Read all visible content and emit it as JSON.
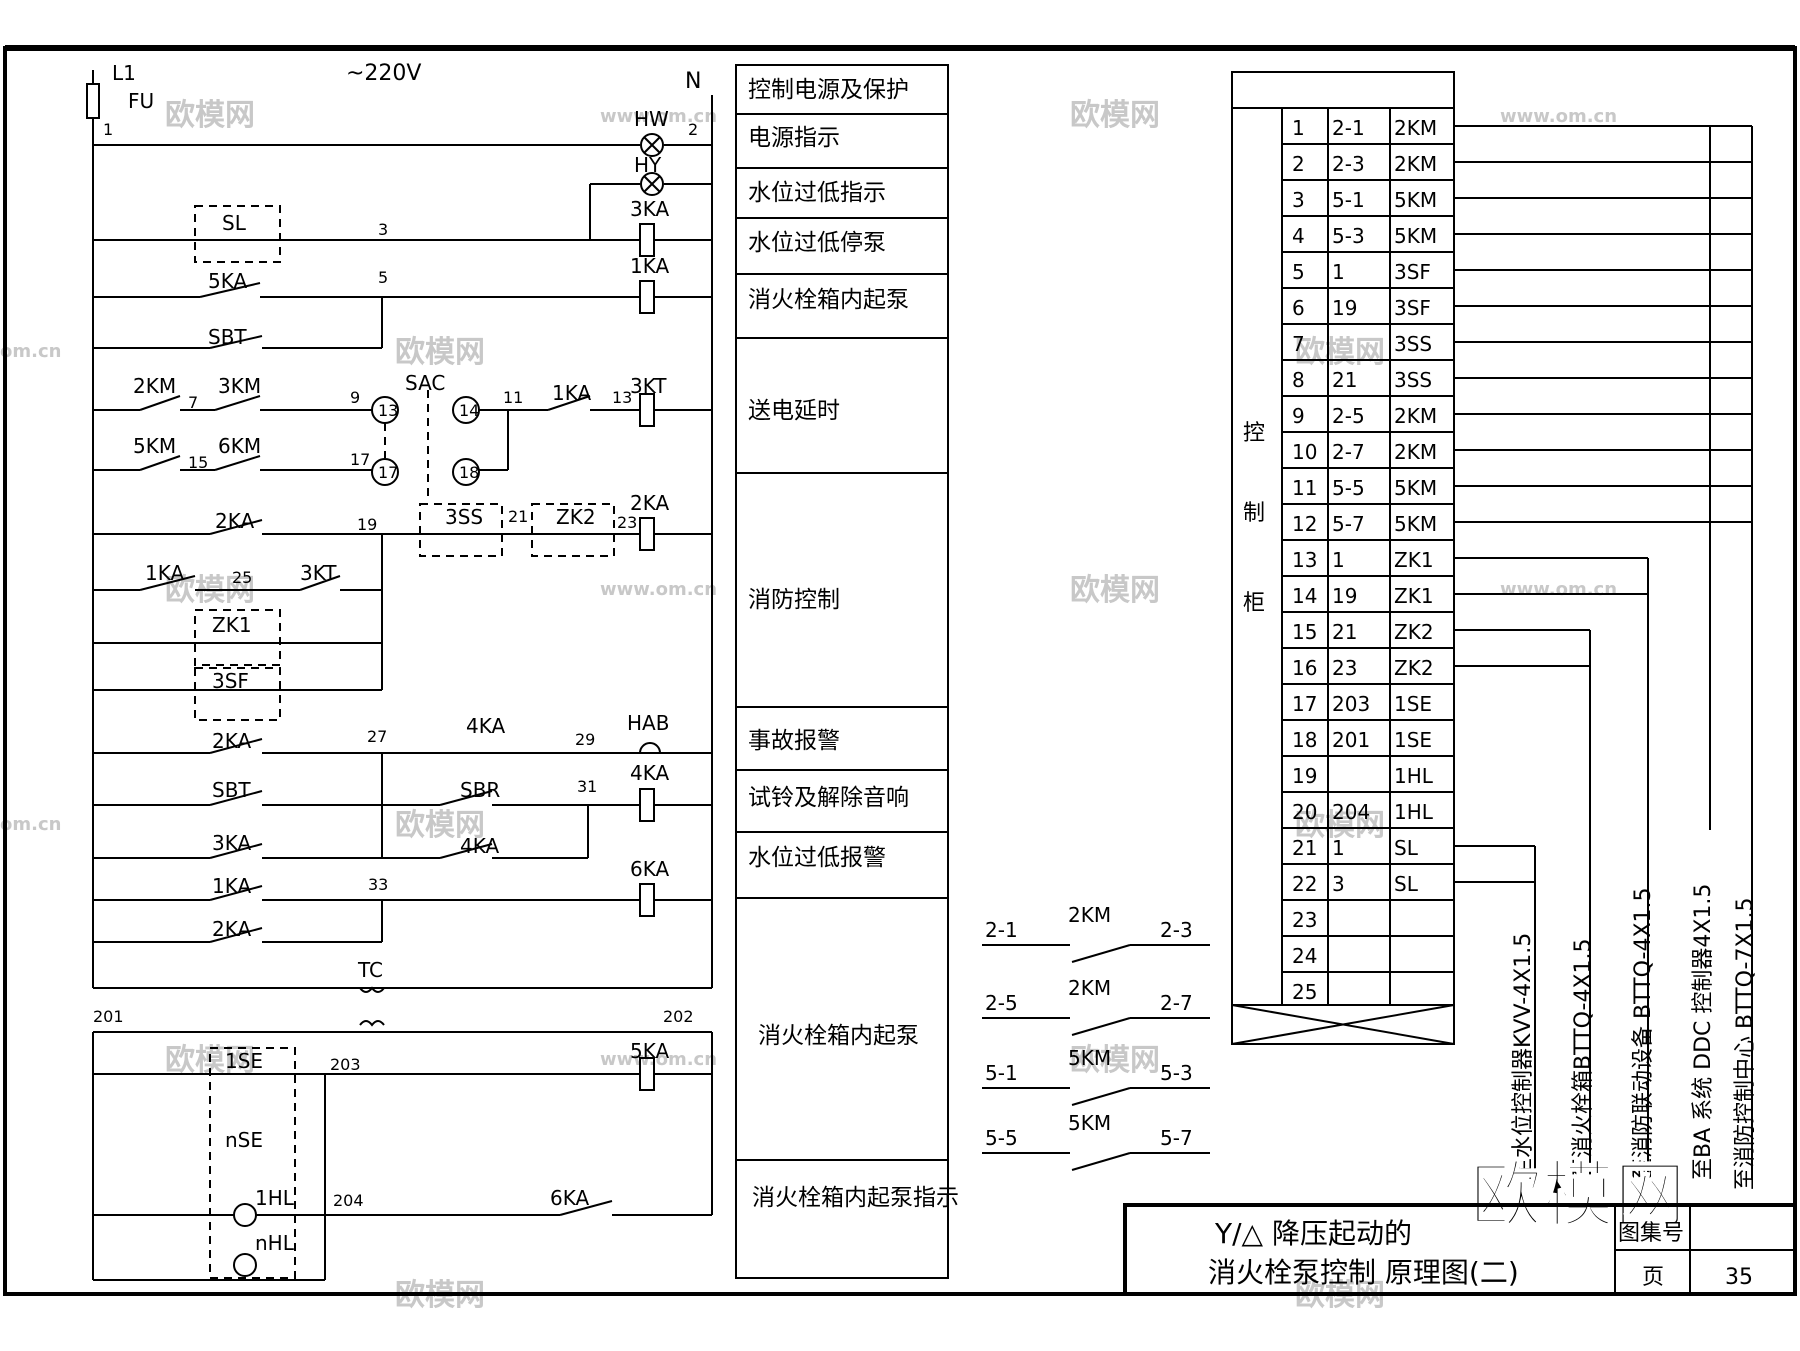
{
  "supply": {
    "phase": "L1",
    "fuse": "FU",
    "voltage": "~220V",
    "neutral": "N"
  },
  "watermark": {
    "small": "欧模网",
    "url": "www.om.cn",
    "big": "欧模网",
    "side": "om.cn"
  },
  "functions": [
    "控制电源及保护",
    "电源指示",
    "水位过低指示",
    "水位过低停泵",
    "消火栓箱内起泵",
    "送电延时",
    "消防控制",
    "事故报警",
    "试铃及解除音响",
    "水位过低报警",
    "消火栓箱内起泵",
    "消火栓箱内起泵指示"
  ],
  "circuit_labels": {
    "nodes": [
      "1",
      "2",
      "3",
      "5",
      "7",
      "9",
      "11",
      "13",
      "15",
      "17",
      "19",
      "21",
      "23",
      "25",
      "27",
      "29",
      "31",
      "33",
      "201",
      "202",
      "203",
      "204"
    ],
    "terminals": [
      "13",
      "14",
      "17",
      "18"
    ],
    "devices": [
      "HW",
      "HY",
      "3KA",
      "1KA",
      "SL",
      "5KA",
      "SBT",
      "2KM",
      "3KM",
      "SAC",
      "1KA",
      "3KT",
      "5KM",
      "6KM",
      "2KA",
      "3SS",
      "ZK2",
      "2KA",
      "1KA",
      "3KT",
      "ZK1",
      "3SF",
      "2KA",
      "4KA",
      "HAB",
      "SBT",
      "SBR",
      "4KA",
      "3KA",
      "4KA",
      "1KA",
      "6KA",
      "2KA",
      "TC",
      "1SE",
      "nSE",
      "5KA",
      "1HL",
      "nHL",
      "6KA"
    ]
  },
  "terminal_block": {
    "label": "控制柜",
    "rows": [
      [
        "1",
        "2-1",
        "2KM"
      ],
      [
        "2",
        "2-3",
        "2KM"
      ],
      [
        "3",
        "5-1",
        "5KM"
      ],
      [
        "4",
        "5-3",
        "5KM"
      ],
      [
        "5",
        "1",
        "3SF"
      ],
      [
        "6",
        "19",
        "3SF"
      ],
      [
        "7",
        "",
        "3SS"
      ],
      [
        "8",
        "21",
        "3SS"
      ],
      [
        "9",
        "2-5",
        "2KM"
      ],
      [
        "10",
        "2-7",
        "2KM"
      ],
      [
        "11",
        "5-5",
        "5KM"
      ],
      [
        "12",
        "5-7",
        "5KM"
      ],
      [
        "13",
        "1",
        "ZK1"
      ],
      [
        "14",
        "19",
        "ZK1"
      ],
      [
        "15",
        "21",
        "ZK2"
      ],
      [
        "16",
        "23",
        "ZK2"
      ],
      [
        "17",
        "203",
        "1SE"
      ],
      [
        "18",
        "201",
        "1SE"
      ],
      [
        "19",
        "",
        "1HL"
      ],
      [
        "20",
        "204",
        "1HL"
      ],
      [
        "21",
        "1",
        "SL"
      ],
      [
        "22",
        "3",
        "SL"
      ],
      [
        "23",
        "",
        ""
      ],
      [
        "24",
        "",
        ""
      ],
      [
        "25",
        "",
        ""
      ]
    ]
  },
  "cables": [
    "至水位控制器KVV-4X1.5",
    "至消火栓箱BTTQ-4X1.5",
    "至消防联动设备 BTTQ-4X1.5",
    "至BA  系统  DDC  控制器4X1.5",
    "至消防控制中心 BTTQ-7X1.5"
  ],
  "contacts": [
    {
      "left": "2-1",
      "name": "2KM",
      "right": "2-3"
    },
    {
      "left": "2-5",
      "name": "2KM",
      "right": "2-7"
    },
    {
      "left": "5-1",
      "name": "5KM",
      "right": "5-3"
    },
    {
      "left": "5-5",
      "name": "5KM",
      "right": "5-7"
    }
  ],
  "title_block": {
    "line1": "Y/△ 降压起动的",
    "line2": "消火栓泵控制  原理图(二)",
    "atlas_label": "图集号",
    "page_label": "页",
    "page_number": "35"
  }
}
